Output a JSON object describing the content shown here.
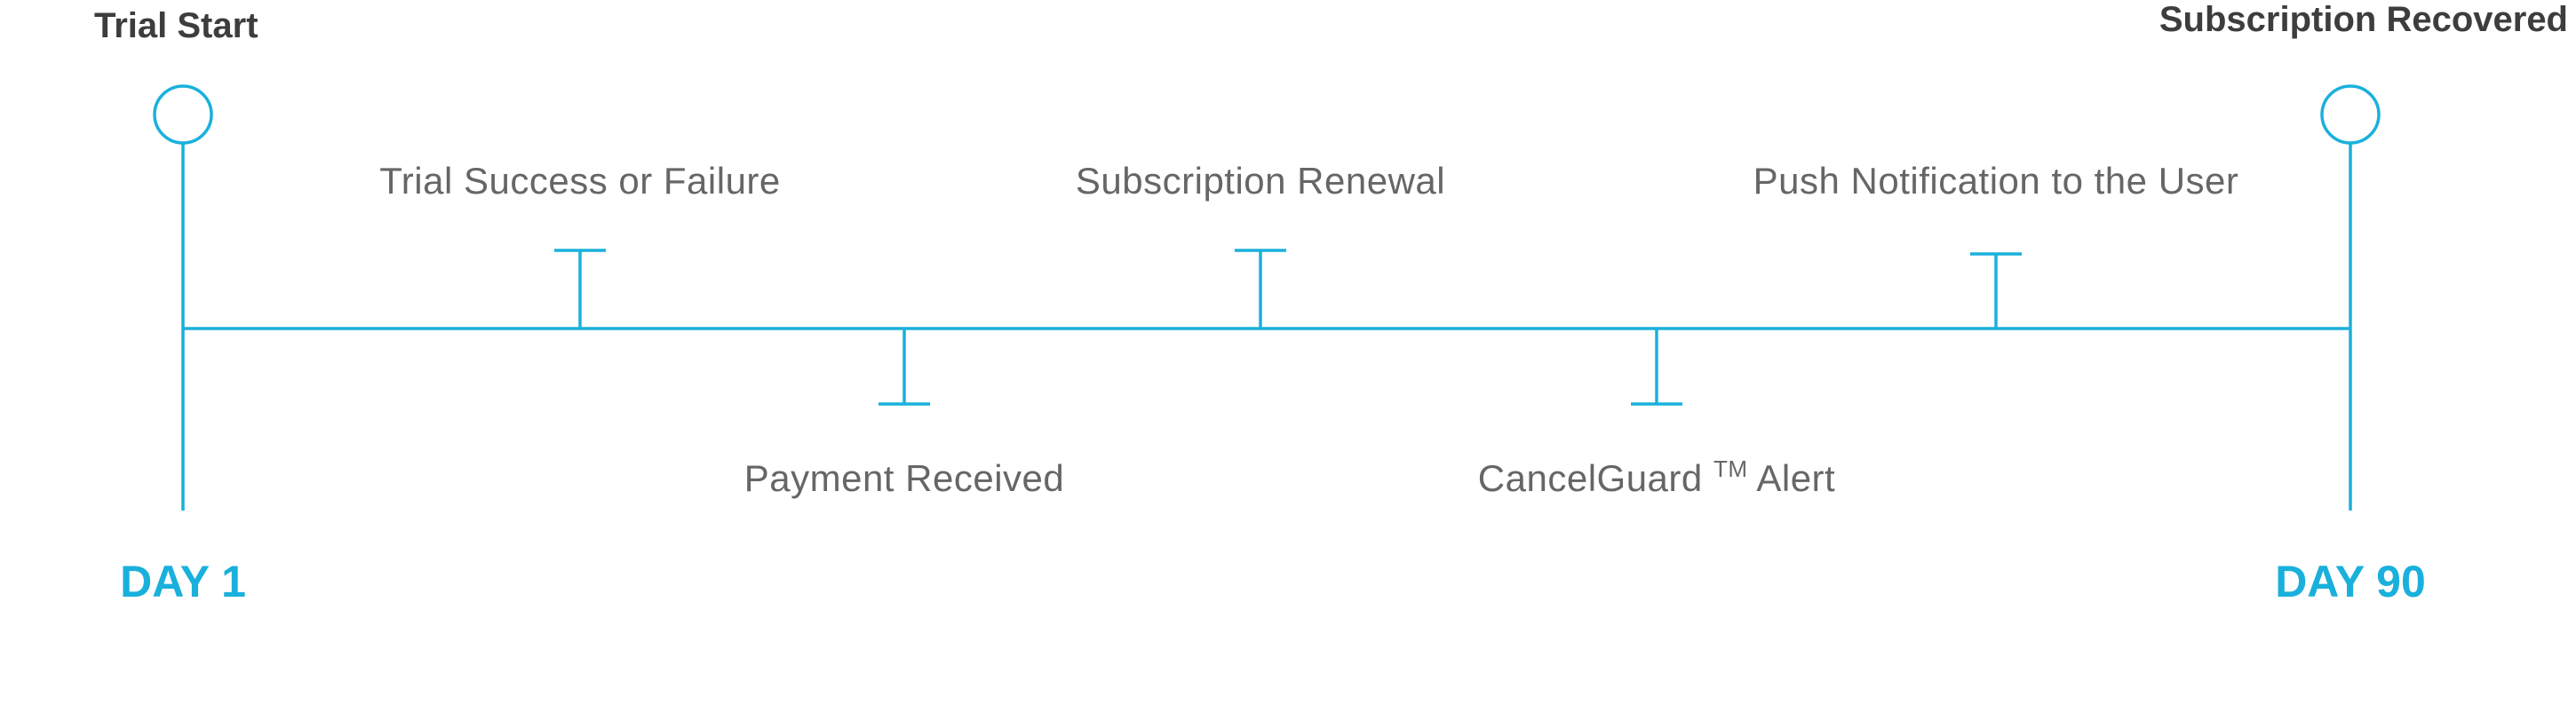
{
  "colors": {
    "accent": "#1ab0dc",
    "heading_text": "#3d3d3d",
    "event_text": "#666666"
  },
  "timeline": {
    "start": {
      "title": "Trial Start",
      "day_label": "DAY 1"
    },
    "end": {
      "title": "Subscription Recovered",
      "day_label": "DAY 90"
    },
    "events": [
      {
        "label": "Trial Success or Failure",
        "side": "above"
      },
      {
        "label": "Payment Received",
        "side": "below"
      },
      {
        "label": "Subscription Renewal",
        "side": "above"
      },
      {
        "label": "CancelGuard",
        "suffix": "TM",
        "label_end": " Alert",
        "side": "below"
      },
      {
        "label": "Push Notification to the User",
        "side": "above"
      }
    ]
  }
}
